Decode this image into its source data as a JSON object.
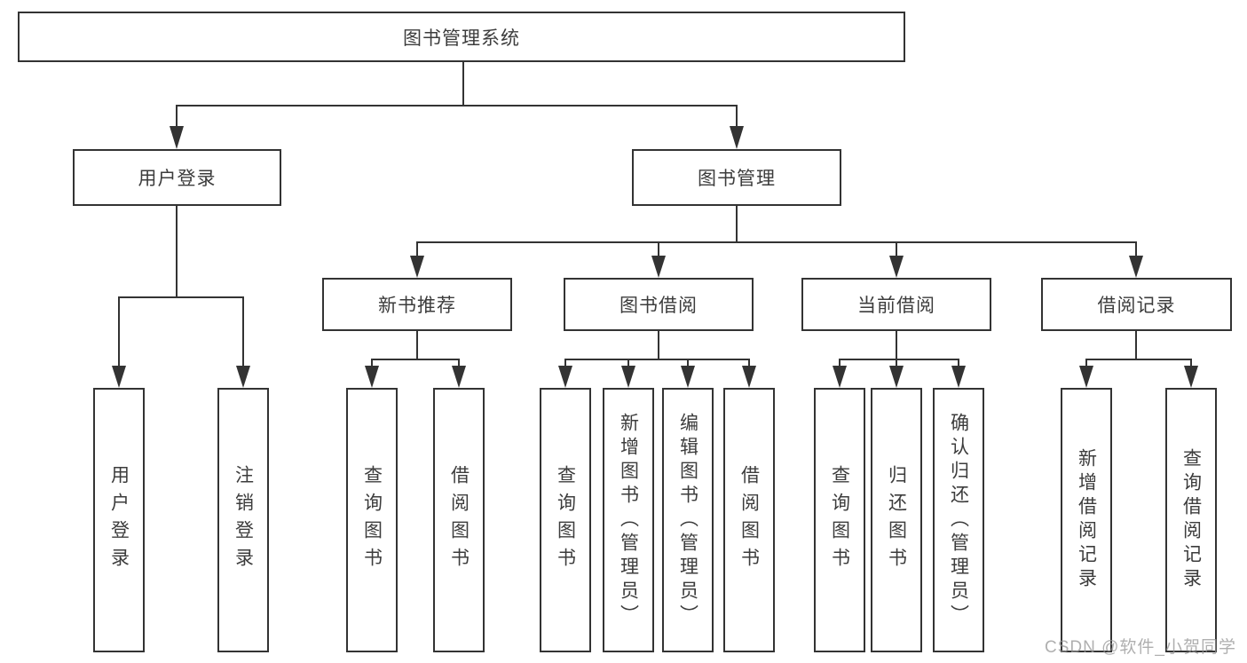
{
  "tree": {
    "root": {
      "label": "图书管理系统",
      "children": [
        {
          "label": "用户登录",
          "children": [
            {
              "label": "用户登录"
            },
            {
              "label": "注销登录"
            }
          ]
        },
        {
          "label": "图书管理",
          "children": [
            {
              "label": "新书推荐",
              "children": [
                {
                  "label": "查询图书"
                },
                {
                  "label": "借阅图书"
                }
              ]
            },
            {
              "label": "图书借阅",
              "children": [
                {
                  "label": "查询图书"
                },
                {
                  "label": "新增图书（管理员）"
                },
                {
                  "label": "编辑图书（管理员）"
                },
                {
                  "label": "借阅图书"
                }
              ]
            },
            {
              "label": "当前借阅",
              "children": [
                {
                  "label": "查询图书"
                },
                {
                  "label": "归还图书"
                },
                {
                  "label": "确认归还（管理员）"
                }
              ]
            },
            {
              "label": "借阅记录",
              "children": [
                {
                  "label": "新增借阅记录"
                },
                {
                  "label": "查询借阅记录"
                }
              ]
            }
          ]
        }
      ]
    }
  },
  "watermark": {
    "text": "CSDN @软件_小贺同学"
  },
  "colors": {
    "line": "#333333",
    "box_border": "#333333",
    "box_fill": "#ffffff",
    "text": "#3c3c3c",
    "watermark": "#949494"
  }
}
